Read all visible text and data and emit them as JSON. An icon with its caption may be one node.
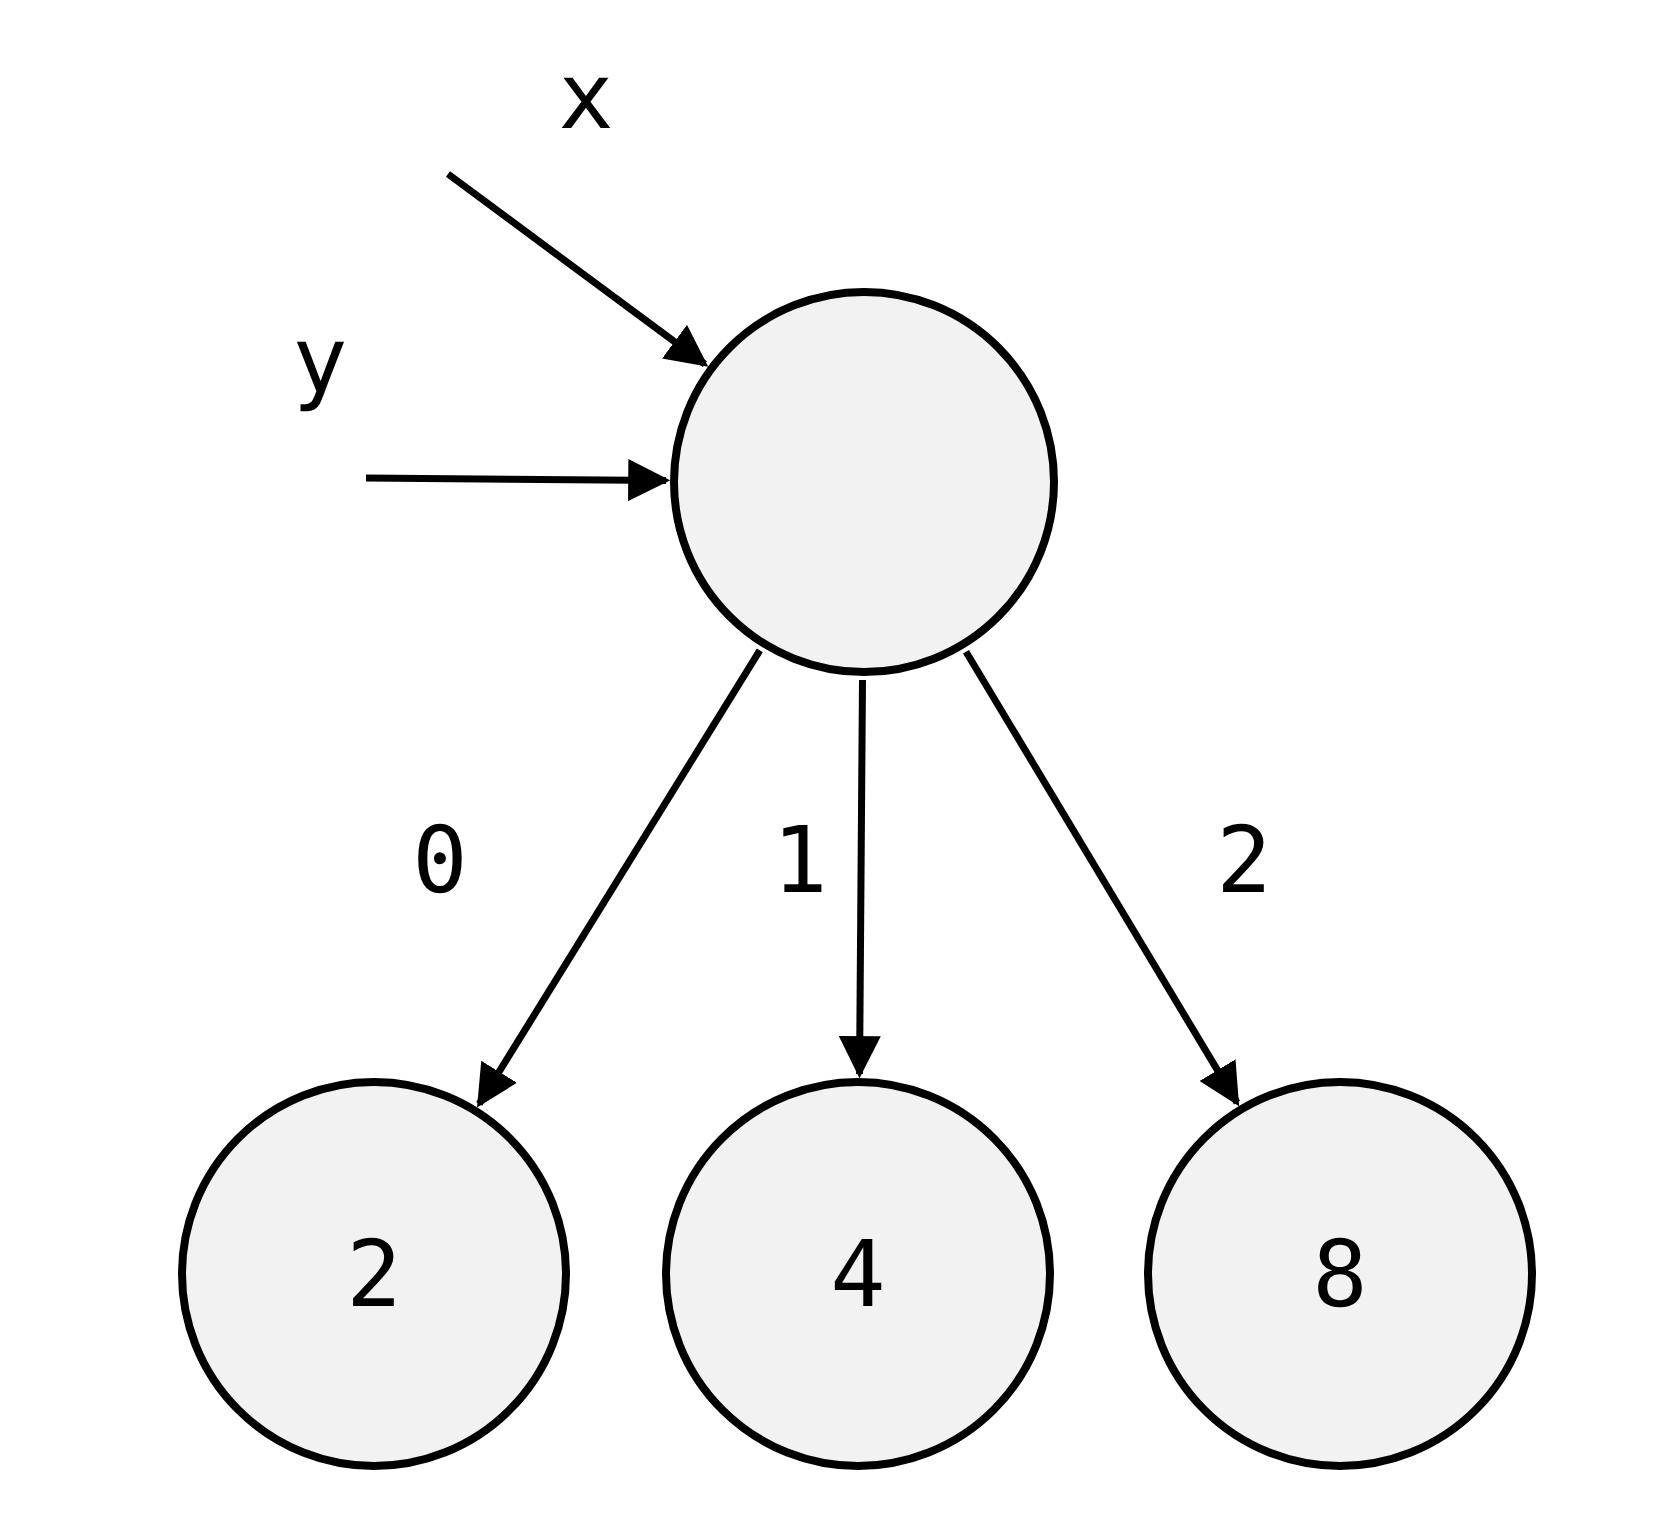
{
  "diagram": {
    "nodes": [
      {
        "text": [],
        "shape": "circle"
      },
      {
        "text": [
          "2"
        ]
      },
      {
        "text": [
          "4"
        ]
      },
      {
        "text": [
          "8"
        ]
      }
    ],
    "edges": [
      {
        "from": null,
        "to": 0,
        "arrow": "to",
        "label": "x"
      },
      {
        "from": null,
        "to": 0,
        "arrow": "to",
        "label": "y"
      },
      {
        "from": 0,
        "to": 1,
        "arrow": "to",
        "label": "0"
      },
      {
        "from": 0,
        "to": 2,
        "arrow": "to",
        "label": "1"
      },
      {
        "from": 0,
        "to": 3,
        "arrow": "to",
        "label": "2"
      }
    ]
  }
}
